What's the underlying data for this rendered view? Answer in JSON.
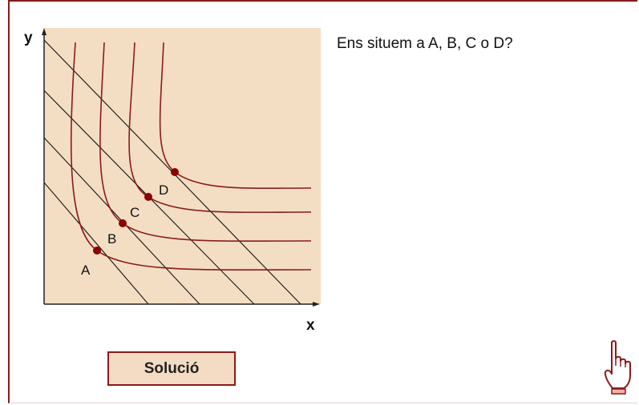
{
  "question": "Ens situem a A, B, C o D?",
  "solution_button": "Solució",
  "axes": {
    "x_label": "x",
    "y_label": "y"
  },
  "points": [
    {
      "label": "A"
    },
    {
      "label": "B"
    },
    {
      "label": "C"
    },
    {
      "label": "D"
    }
  ],
  "colors": {
    "plot_background": "#f4dec3",
    "curve": "#8b1a1a",
    "budget_line": "#222222",
    "point": "#8b0000",
    "button_background": "#f3dcc3"
  },
  "icons": {
    "help": "pointing-hand-icon"
  }
}
